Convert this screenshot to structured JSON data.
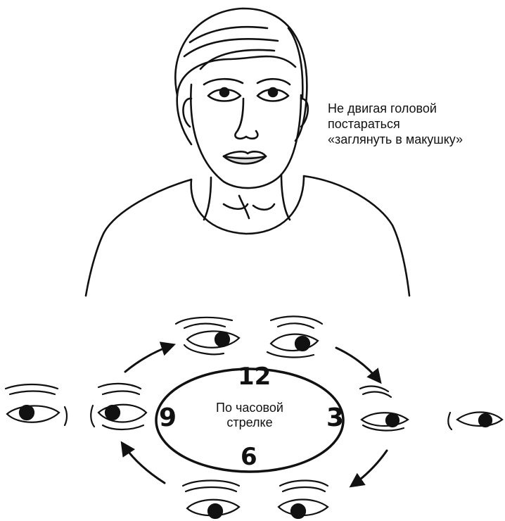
{
  "caption": {
    "line1": "Не двигая головой",
    "line2": "постараться",
    "line3": "«заглянуть в макушку»"
  },
  "clock": {
    "center_line1": "По часовой",
    "center_line2": "стрелке",
    "n12": "12",
    "n3": "3",
    "n6": "6",
    "n9": "9"
  },
  "colors": {
    "ink": "#111111",
    "background": "#ffffff"
  }
}
